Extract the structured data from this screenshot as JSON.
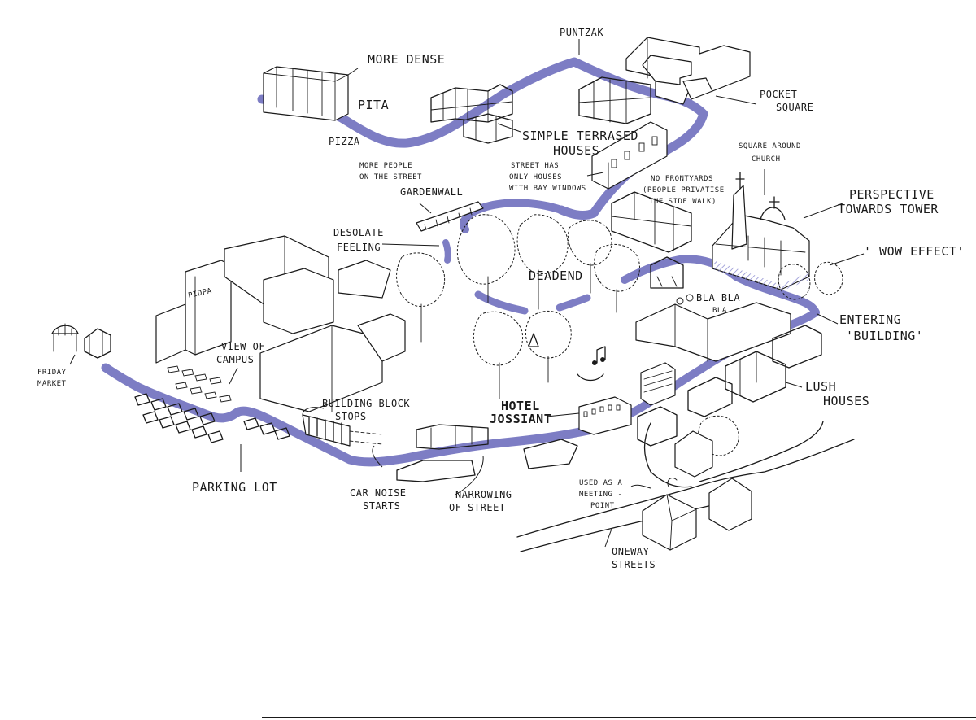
{
  "colors": {
    "route": "#7d7dc4",
    "ink": "#1a1a1a",
    "hatch": "#8a8ad0",
    "paper": "#ffffff"
  },
  "labels": {
    "puntzak": "PUNTZAK",
    "more_dense": "MORE DENSE",
    "pita": "PITA",
    "pizza": "PIZZA",
    "more_people_1": "MORE PEOPLE",
    "more_people_2": "ON THE STREET",
    "simple_terrased_1": "SIMPLE TERRASED",
    "simple_terrased_2": "HOUSES",
    "pocket_square_1": "POCKET",
    "pocket_square_2": "SQUARE",
    "square_church_1": "SQUARE AROUND",
    "square_church_2": "CHURCH",
    "street_has_1": "STREET HAS",
    "street_has_2": "ONLY HOUSES",
    "street_has_3": "WITH BAY WINDOWS",
    "gardenwall": "GARDENWALL",
    "no_frontyards_1": "NO FRONTYARDS",
    "no_frontyards_2": "(PEOPLE PRIVATISE",
    "no_frontyards_3": "THE SIDE WALK)",
    "perspective_1": "PERSPECTIVE",
    "perspective_2": "TOWARDS TOWER",
    "desolate_1": "DESOLATE",
    "desolate_2": "FEELING",
    "deadend": "DEADEND",
    "wow_effect": "' WOW EFFECT'",
    "pidpa": "PIDPA",
    "bla_bla_1": "BLA BLA",
    "bla_bla_2": "BLA",
    "entering_1": "ENTERING",
    "entering_2": "'BUILDING'",
    "friday_market_1": "FRIDAY",
    "friday_market_2": "MARKET",
    "view_campus_1": "VIEW OF",
    "view_campus_2": "CAMPUS",
    "hotel_1": "HOTEL",
    "hotel_2": "JOSSIANT",
    "lush_1": "LUSH",
    "lush_2": "HOUSES",
    "building_block_1": "BUILDING BLOCK",
    "building_block_2": "STOPS",
    "parking_lot": "PARKING LOT",
    "car_noise_1": "CAR NOISE",
    "car_noise_2": "STARTS",
    "narrowing_1": "NARROWING",
    "narrowing_2": "OF STREET",
    "meeting_1": "USED AS A",
    "meeting_2": "MEETING -",
    "meeting_3": "POINT",
    "oneway_1": "ONEWAY",
    "oneway_2": "STREETS"
  }
}
